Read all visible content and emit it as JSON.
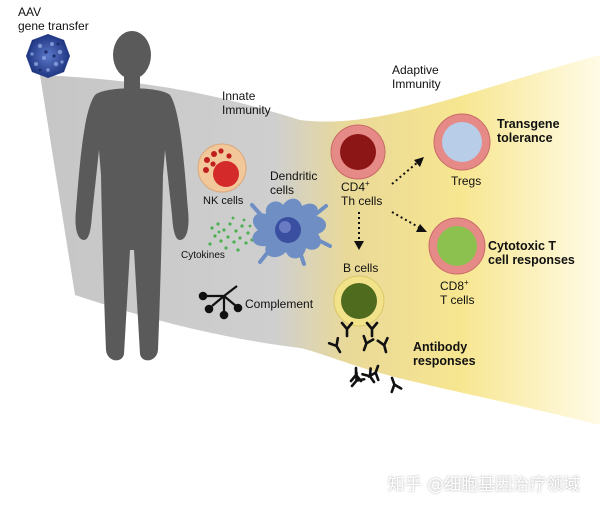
{
  "labels": {
    "aav_line1": "AAV",
    "aav_line2": "gene transfer",
    "innate_line1": "Innate",
    "innate_line2": "Immunity",
    "adaptive_line1": "Adaptive",
    "adaptive_line2": "Immunity",
    "nk_cells": "NK cells",
    "dendritic_line1": "Dendritic",
    "dendritic_line2": "cells",
    "cytokines": "Cytokines",
    "complement": "Complement",
    "cd4_prefix": "CD4",
    "cd4_sup": "+",
    "th_cells": "Th cells",
    "b_cells": "B cells",
    "tregs": "Tregs",
    "transgene_line1": "Transgene",
    "transgene_line2": "tolerance",
    "cytotoxic_line1": "Cytotoxic T",
    "cytotoxic_line2": "cell responses",
    "cd8_prefix": "CD8",
    "cd8_sup": "+",
    "t_cells": "T cells",
    "antibody_line1": "Antibody",
    "antibody_line2": "responses"
  },
  "watermark": "知乎 @细胞基因治疗领域",
  "colors": {
    "band_gray": "#c9c9c9",
    "band_yellow": "#f7e27a",
    "human": "#5a5a5a",
    "aav": "#2d4a9e",
    "nk_outer": "#f2c79a",
    "nk_inner": "#d42a2a",
    "dc_body": "#6f8fc4",
    "dc_nucleus": "#3b4fa0",
    "th_outer": "#e58a86",
    "th_inner": "#8c1515",
    "treg_outer": "#e58a86",
    "treg_inner": "#b8cde8",
    "ctl_outer": "#e58a86",
    "ctl_inner": "#8cc04f",
    "b_outer": "#f2e28a",
    "b_inner": "#4f6b1e",
    "cytokine_dots": "#4caf50"
  },
  "icons": [
    "virus-icon",
    "human-silhouette-icon",
    "antibody-icon",
    "complement-icon"
  ]
}
